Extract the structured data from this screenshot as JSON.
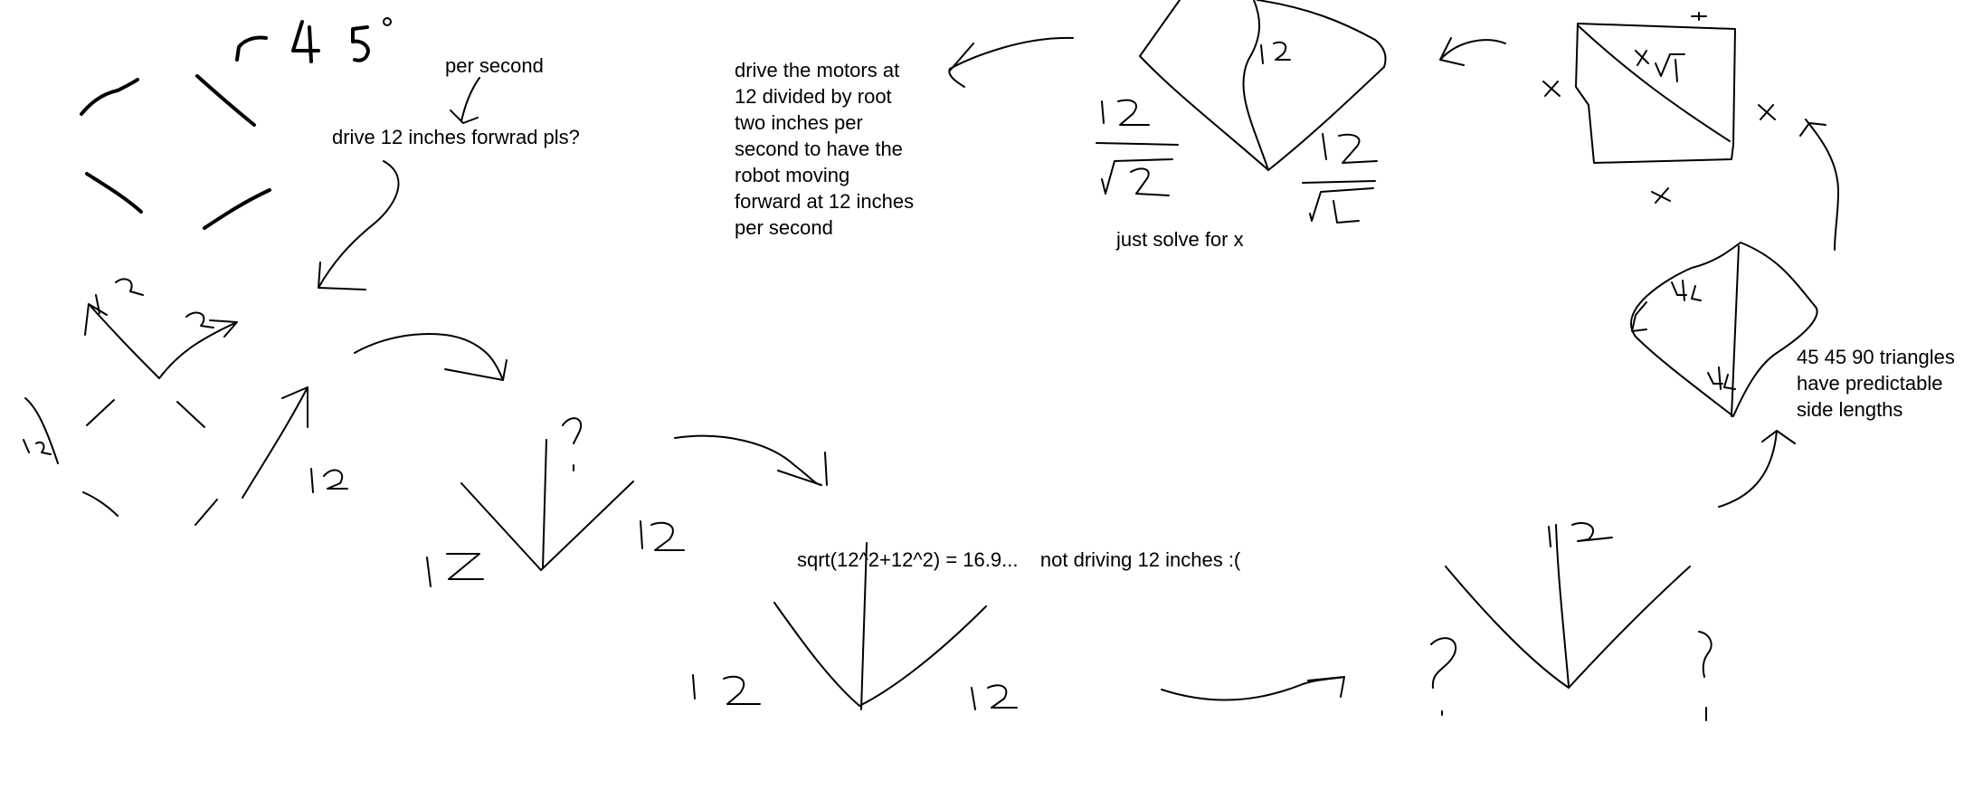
{
  "colors": {
    "ink": "#000000",
    "background": "#ffffff"
  },
  "notes": {
    "per_second": "per second",
    "drive_request": "drive 12 inches forwrad pls?",
    "drive_motors_lines": [
      "drive the motors at",
      "12 divided by root",
      "two inches per",
      "second to have the",
      "robot moving",
      "forward at 12 inches",
      "per second"
    ],
    "solve_for_x": "just solve for x",
    "triangles_lines": [
      "45 45 90 triangles",
      "have predictable",
      "side lengths"
    ],
    "sqrt_result": "sqrt(12^2+12^2) = 16.9...    not driving 12 inches :("
  }
}
